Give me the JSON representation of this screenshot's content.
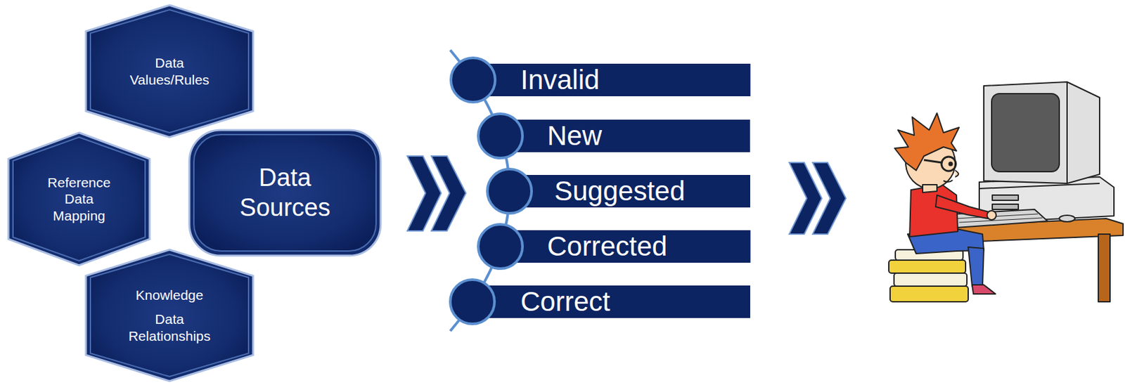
{
  "diagram": {
    "nodes": [
      {
        "text": [
          "Data Values/Rules"
        ]
      },
      {
        "text": [
          "Reference Data Mapping"
        ]
      },
      {
        "text": [
          "Data Sources"
        ]
      },
      {
        "text": [
          "Knowledge",
          "Data Relationships"
        ]
      },
      {
        "text": [
          "Invalid"
        ]
      },
      {
        "text": [
          "New"
        ]
      },
      {
        "text": [
          "Suggested"
        ]
      },
      {
        "text": [
          "Corrected"
        ]
      },
      {
        "text": [
          "Correct"
        ]
      }
    ]
  }
}
